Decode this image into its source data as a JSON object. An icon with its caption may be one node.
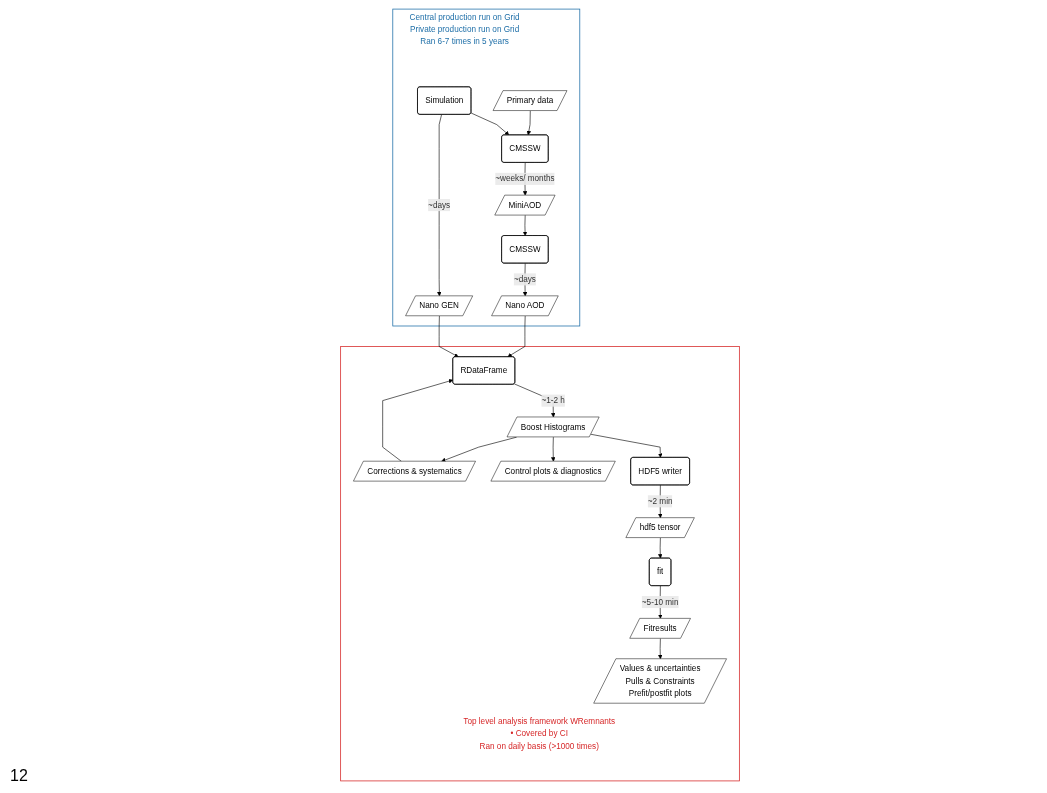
{
  "diagram": {
    "nodes": [
      {
        "text": [
          "Central production run on Grid",
          "Private production run on Grid"
        ],
        "beside": [
          "Ran 6-7 times in 5 years"
        ]
      },
      {
        "text": [
          "Primary data"
        ],
        "in": 0
      },
      {
        "text": [
          "Simulation"
        ],
        "in": 0
      },
      {
        "text": [
          "MiniAOD"
        ],
        "in": 0
      },
      {
        "text": [
          "CMSSW"
        ],
        "in": 0
      },
      {
        "text": [
          "CMSSW"
        ],
        "in": 0
      },
      {
        "text": [
          "Nano AOD"
        ],
        "in": 0
      },
      {
        "text": [
          "Nano GEN"
        ],
        "in": 0
      },
      {
        "text": [
          "Top level analysis framework WRemnants",
          "• Covered by CI"
        ],
        "beside": [
          "Ran on daily basis (>1000 times)"
        ]
      },
      {
        "text": [
          "RDataFrame"
        ],
        "in": 8
      },
      {
        "text": [
          "Boost Histograms"
        ],
        "in": 8
      },
      {
        "text": [
          "Corrections & systematics"
        ],
        "in": 8
      },
      {
        "text": [
          "Control plots & diagnostics"
        ],
        "in": 8
      },
      {
        "text": [
          "HDF5 writer"
        ],
        "in": 8
      },
      {
        "text": [
          "hdf5 tensor"
        ],
        "in": 8
      },
      {
        "text": [
          "fit"
        ],
        "in": 8
      },
      {
        "text": [
          "Fitresults"
        ],
        "in": 8
      },
      {
        "text": [
          "Values & uncertainties",
          "Pulls & Constraints",
          "Prefit/postfit plots"
        ],
        "in": 8
      }
    ],
    "edges": [
      {
        "from": 1,
        "to": 4,
        "arrow": "to"
      },
      {
        "from": 2,
        "to": 4,
        "arrow": "to"
      },
      {
        "from": 2,
        "to": 7,
        "arrow": "to",
        "label": "~days"
      },
      {
        "from": 4,
        "to": 3,
        "arrow": "to",
        "label": "~weeks/ months"
      },
      {
        "from": 3,
        "to": 5,
        "arrow": "to"
      },
      {
        "from": 5,
        "to": 6,
        "arrow": "to",
        "label": "~days"
      },
      {
        "from": 6,
        "to": 9,
        "arrow": "to"
      },
      {
        "from": 7,
        "to": 9,
        "arrow": "to"
      },
      {
        "from": 9,
        "to": 10,
        "arrow": "to",
        "label": "~1-2 h"
      },
      {
        "from": 10,
        "to": 11,
        "arrow": "to"
      },
      {
        "from": 11,
        "to": 9,
        "arrow": "to"
      },
      {
        "from": 10,
        "to": 12,
        "arrow": "to"
      },
      {
        "from": 10,
        "to": 13,
        "arrow": "to"
      },
      {
        "from": 13,
        "to": 14,
        "arrow": "to",
        "label": "~2 min"
      },
      {
        "from": 14,
        "to": 15,
        "arrow": "to"
      },
      {
        "from": 15,
        "to": 16,
        "arrow": "to",
        "label": "~5-10 min"
      },
      {
        "from": 16,
        "to": 17,
        "arrow": "to"
      }
    ],
    "labels": [
      "12"
    ]
  }
}
